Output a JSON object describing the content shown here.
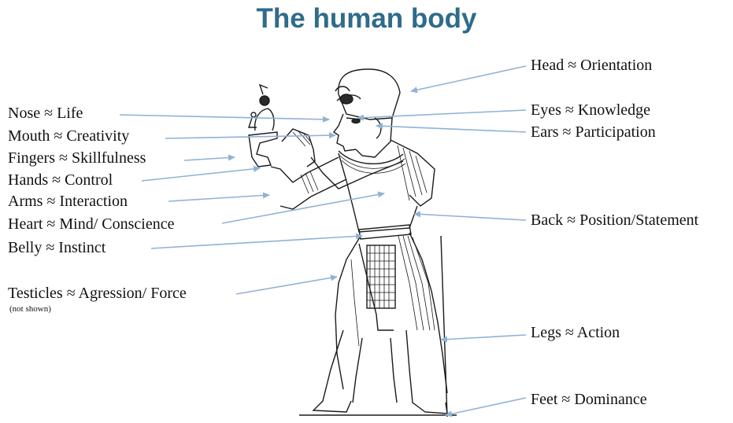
{
  "title": "The human body",
  "labels": {
    "nose": "Nose ≈ Life",
    "mouth": "Mouth ≈ Creativity",
    "fingers": "Fingers ≈ Skillfulness",
    "hands": "Hands ≈ Control",
    "arms": "Arms ≈ Interaction",
    "heart": "Heart ≈ Mind/ Conscience",
    "belly": "Belly ≈ Instinct",
    "testicles": "Testicles ≈ Agression/ Force",
    "testicles_note": "(not shown)",
    "head": "Head ≈ Orientation",
    "eyes": "Eyes ≈ Knowledge",
    "ears": "Ears ≈ Participation",
    "back": "Back ≈ Position/Statement",
    "legs": "Legs ≈ Action",
    "feet": "Feet ≈ Dominance"
  },
  "colors": {
    "title": "#2f6b8a",
    "arrow": "#8fb3d4",
    "text": "#111111"
  }
}
